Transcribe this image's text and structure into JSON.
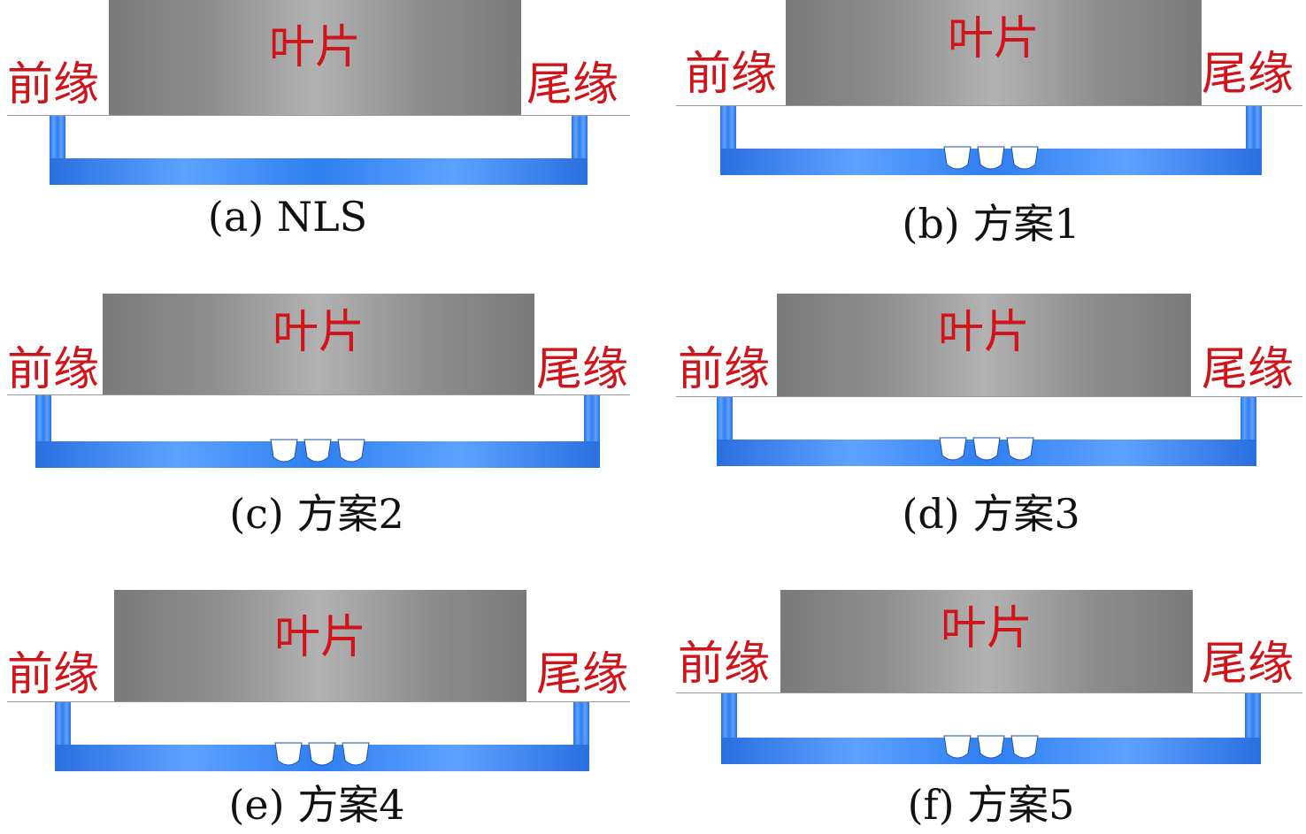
{
  "labels": {
    "blade": "叶片",
    "leading_edge": "前缘",
    "trailing_edge": "尾缘"
  },
  "colors": {
    "shroud": "#2f7ff0",
    "label": "#d0141a"
  },
  "panels": [
    {
      "id": "a",
      "caption": "(a) NLS",
      "grooves": 0
    },
    {
      "id": "b",
      "caption": "(b) 方案1",
      "grooves": 3
    },
    {
      "id": "c",
      "caption": "(c) 方案2",
      "grooves": 3
    },
    {
      "id": "d",
      "caption": "(d) 方案3",
      "grooves": 3
    },
    {
      "id": "e",
      "caption": "(e) 方案4",
      "grooves": 3
    },
    {
      "id": "f",
      "caption": "(f) 方案5",
      "grooves": 3
    }
  ]
}
